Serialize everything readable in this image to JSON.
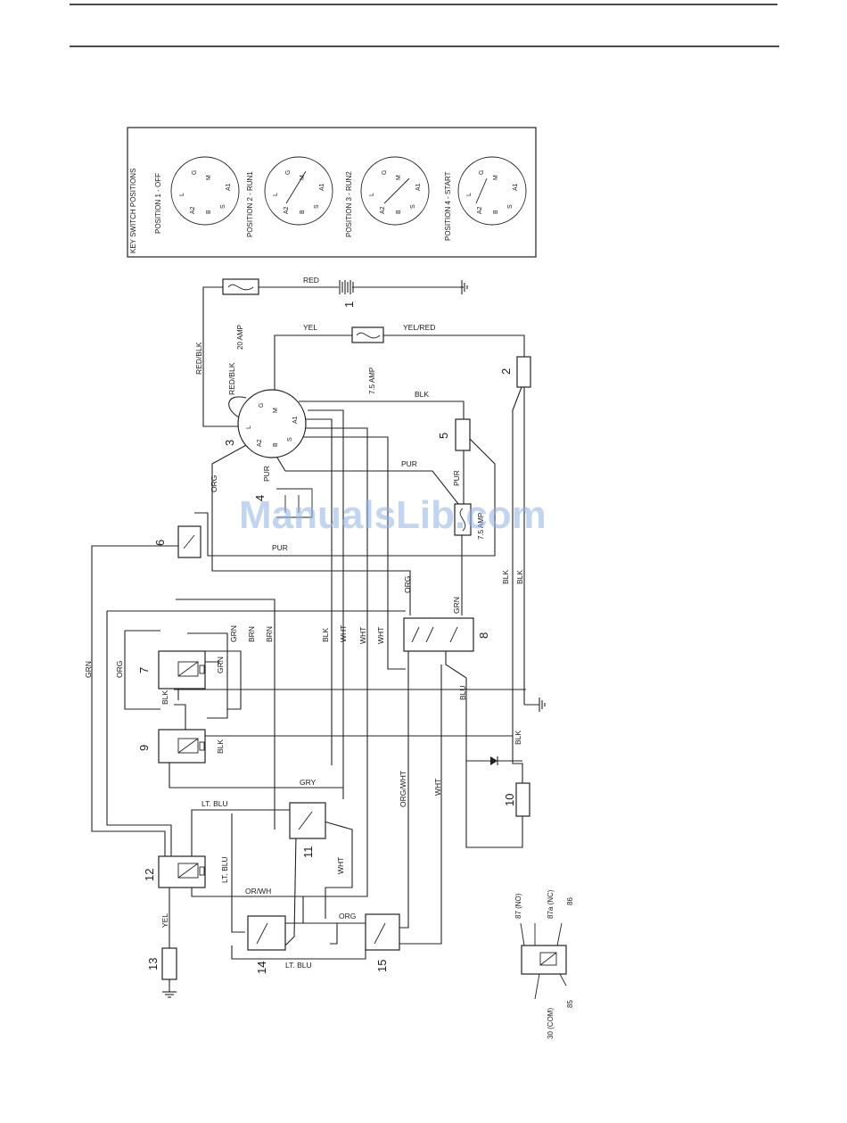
{
  "key_switch_panel": {
    "title": "KEY SWITCH POSITIONS",
    "positions": [
      "POSITION 1 - OFF",
      "POSITION 2 - RUN1",
      "POSITION 3 - RUN2",
      "POSITION 4 - START"
    ],
    "terminals": [
      "L",
      "A2",
      "B",
      "S",
      "A1",
      "M",
      "G"
    ]
  },
  "components": {
    "c1": "1",
    "c2": "2",
    "c3": "3",
    "c4": "4",
    "c5": "5",
    "c6": "6",
    "c7": "7",
    "c8": "8",
    "c9": "9",
    "c10": "10",
    "c11": "11",
    "c12": "12",
    "c13": "13",
    "c14": "14",
    "c15": "15"
  },
  "fuses": {
    "f20": "20 AMP",
    "f75a": "7.5 AMP",
    "f75b": "7.5 AMP"
  },
  "wires": {
    "red": "RED",
    "red_blk": "RED/BLK",
    "red_blk2": "RED/BLK",
    "yel": "YEL",
    "yel_red": "YEL/RED",
    "blk": "BLK",
    "pur": "PUR",
    "pur2": "PUR",
    "pur3": "PUR",
    "pur4": "PUR",
    "org": "ORG",
    "org2": "ORG",
    "org3": "ORG",
    "org4": "ORG",
    "grn": "GRN",
    "grn2": "GRN",
    "grn3": "GRN",
    "grn4": "GRN",
    "brn": "BRN",
    "brn2": "BRN",
    "blk2": "BLK",
    "blk3": "BLK",
    "blk4": "BLK",
    "blk5": "BLK",
    "blk6": "BLK",
    "blk7": "BLK",
    "wht": "WHT",
    "wht2": "WHT",
    "wht3": "WHT",
    "wht4": "WHT",
    "blu": "BLU",
    "org_wht": "ORG/WHT",
    "gry": "GRY",
    "lt_blu": "LT. BLU",
    "lt_blu2": "LT. BLU",
    "lt_blu3": "LT. BLU",
    "or_wh": "OR/WH",
    "yel2": "YEL"
  },
  "relay_legend": {
    "p87": "87 (NO)",
    "p87a": "87a (NC)",
    "p86": "86",
    "p85": "85",
    "p30": "30 (COM)"
  },
  "watermark": "ManualsLib.com"
}
